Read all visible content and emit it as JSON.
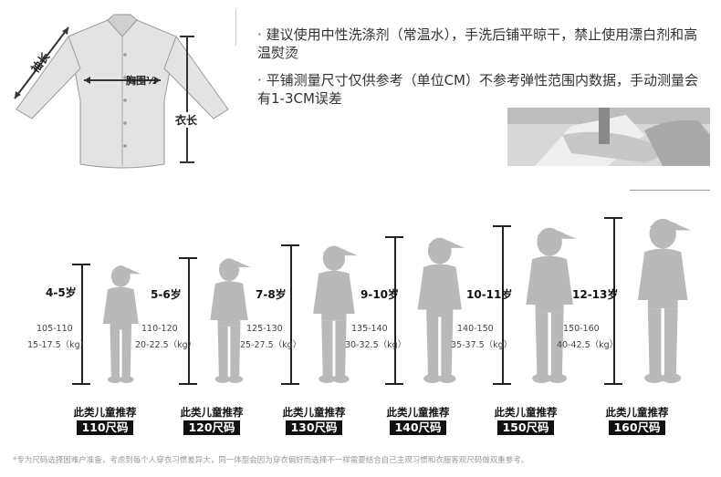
{
  "shirt_diagram": {
    "sleeve_label": "袖长",
    "chest_label": "胸围½",
    "length_label": "衣长"
  },
  "care": {
    "item1": "建议使用中性洗涤剂（常温水），手洗后铺平晾干，禁止使用漂白剂和高温熨烫",
    "item2": "平铺测量尺寸仅供参考（单位CM）不参考弹性范围内数据，手动测量会有1-3CM误差",
    "bullet": "·"
  },
  "sizes": [
    {
      "age": "4-5岁",
      "height": "105-110",
      "weight": "15-17.5",
      "unit": "（kg）",
      "rec": "此类儿童推荐",
      "size": "110尺码"
    },
    {
      "age": "5-6岁",
      "height": "110-120",
      "weight": "20-22.5",
      "unit": "（kg）",
      "rec": "此类儿童推荐",
      "size": "120尺码"
    },
    {
      "age": "7-8岁",
      "height": "125-130",
      "weight": "25-27.5",
      "unit": "（kg）",
      "rec": "此类儿童推荐",
      "size": "130尺码"
    },
    {
      "age": "9-10岁",
      "height": "135-140",
      "weight": "30-32.5",
      "unit": "（kg）",
      "rec": "此类儿童推荐",
      "size": "140尺码"
    },
    {
      "age": "10-11岁",
      "height": "140-150",
      "weight": "35-37.5",
      "unit": "（kg）",
      "rec": "此类儿童推荐",
      "size": "150尺码"
    },
    {
      "age": "12-13岁",
      "height": "150-160",
      "weight": "40-42.5",
      "unit": "（kg）",
      "rec": "此类儿童推荐",
      "size": "160尺码"
    }
  ],
  "footnote": "*专为尺码选择困难户准备，考虑到每个人穿衣习惯差异大，同一体型会因为穿衣偏好而选择不一样需要结合自己主观习惯和衣服客观尺码做双重参考。"
}
